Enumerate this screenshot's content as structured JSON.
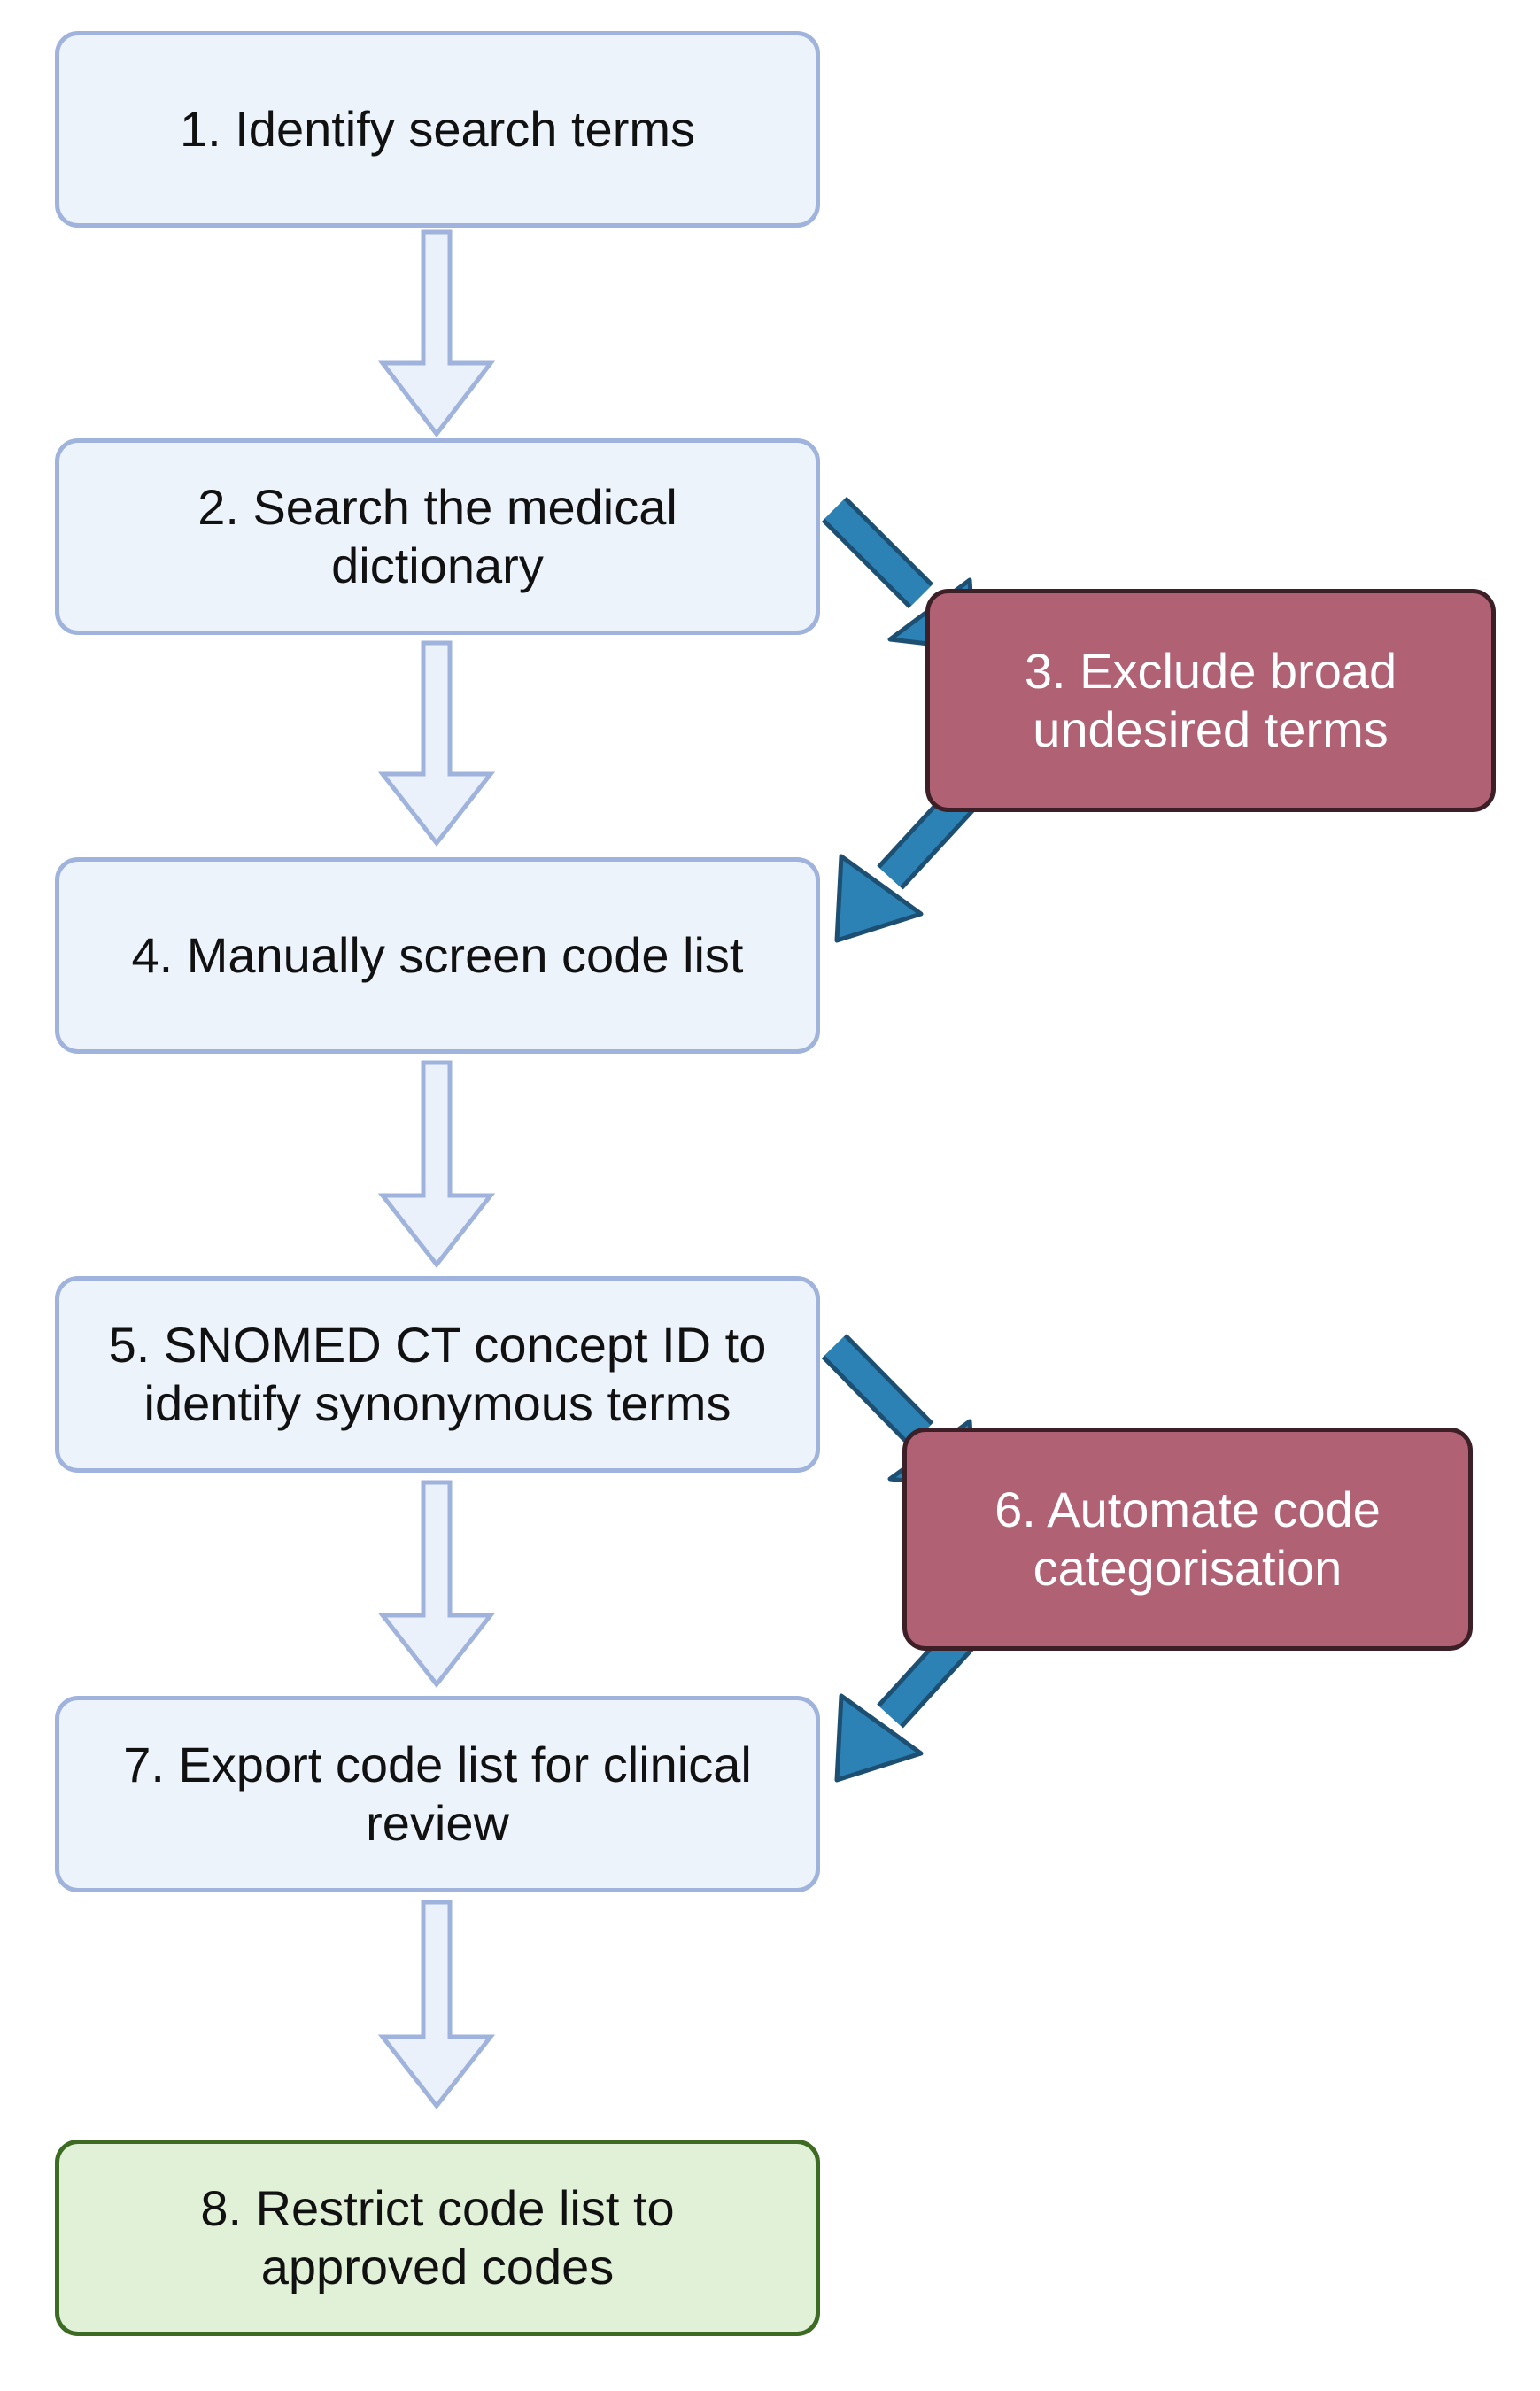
{
  "steps": [
    {
      "id": "s1",
      "text": "1.  Identify search terms"
    },
    {
      "id": "s2",
      "text": "2. Search the medical\ndictionary"
    },
    {
      "id": "s3",
      "text": "3. Exclude broad\nundesired terms"
    },
    {
      "id": "s4",
      "text": "4. Manually screen code list"
    },
    {
      "id": "s5",
      "text": "5. SNOMED CT concept ID to\nidentify synonymous terms"
    },
    {
      "id": "s6",
      "text": "6. Automate code\ncategorisation"
    },
    {
      "id": "s7",
      "text": "7. Export code list for clinical\nreview"
    },
    {
      "id": "s8",
      "text": "8. Restrict code list to\napproved codes"
    }
  ],
  "colors": {
    "step_fill": "#ecf3fb",
    "step_border": "#9fb3dc",
    "automated_fill": "#b06174",
    "automated_border": "#3c1f27",
    "final_fill": "#e0f1d8",
    "final_border": "#3d6b23",
    "flow_arrow_fill": "#eaf1fa",
    "flow_arrow_stroke": "#9fb3dc",
    "side_arrow_fill": "#2c82b5",
    "side_arrow_stroke": "#1d4f72"
  }
}
